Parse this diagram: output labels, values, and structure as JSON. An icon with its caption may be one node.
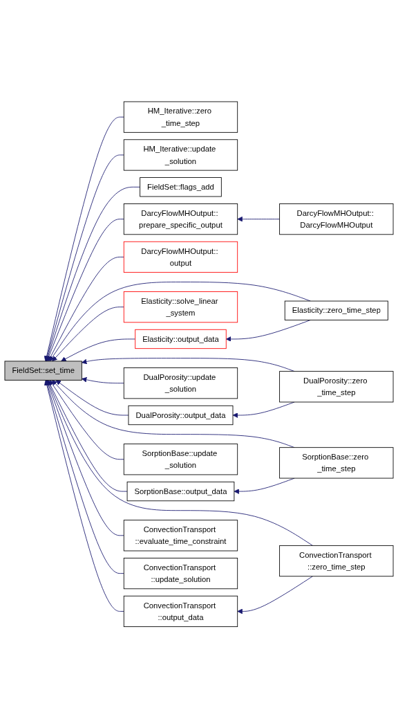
{
  "diagram": {
    "nodes": [
      {
        "text": [
          "FieldSet::set_time"
        ]
      },
      {
        "text": [
          "HM_Iterative::zero _time_step"
        ]
      },
      {
        "text": [
          "HM_Iterative::update _solution"
        ]
      },
      {
        "text": [
          "FieldSet::flags_add"
        ]
      },
      {
        "text": [
          "DarcyFlowMHOutput:: prepare_specific_output"
        ]
      },
      {
        "text": [
          "DarcyFlowMHOutput:: DarcyFlowMHOutput"
        ]
      },
      {
        "text": [
          "DarcyFlowMHOutput:: output"
        ]
      },
      {
        "text": [
          "Elasticity::solve_linear _system"
        ]
      },
      {
        "text": [
          "Elasticity::output_data"
        ]
      },
      {
        "text": [
          "Elasticity::zero_time_step"
        ]
      },
      {
        "text": [
          "DualPorosity::update _solution"
        ]
      },
      {
        "text": [
          "DualPorosity::output_data"
        ]
      },
      {
        "text": [
          "DualPorosity::zero _time_step"
        ]
      },
      {
        "text": [
          "SorptionBase::update _solution"
        ]
      },
      {
        "text": [
          "SorptionBase::output_data"
        ]
      },
      {
        "text": [
          "SorptionBase::zero _time_step"
        ]
      },
      {
        "text": [
          "ConvectionTransport ::evaluate_time_constraint"
        ]
      },
      {
        "text": [
          "ConvectionTransport ::update_solution"
        ]
      },
      {
        "text": [
          "ConvectionTransport ::output_data"
        ]
      },
      {
        "text": [
          "ConvectionTransport ::zero_time_step"
        ]
      }
    ],
    "edges": [
      {
        "from": 1,
        "to": 0,
        "arrow": "to"
      },
      {
        "from": 2,
        "to": 0,
        "arrow": "to"
      },
      {
        "from": 3,
        "to": 0,
        "arrow": "to"
      },
      {
        "from": 4,
        "to": 0,
        "arrow": "to"
      },
      {
        "from": 5,
        "to": 4,
        "arrow": "to"
      },
      {
        "from": 6,
        "to": 0,
        "arrow": "to"
      },
      {
        "from": 9,
        "to": 0,
        "arrow": "to"
      },
      {
        "from": 7,
        "to": 0,
        "arrow": "to"
      },
      {
        "from": 8,
        "to": 0,
        "arrow": "to"
      },
      {
        "from": 9,
        "to": 8,
        "arrow": "to"
      },
      {
        "from": 12,
        "to": 0,
        "arrow": "to"
      },
      {
        "from": 10,
        "to": 0,
        "arrow": "to"
      },
      {
        "from": 11,
        "to": 0,
        "arrow": "to"
      },
      {
        "from": 12,
        "to": 11,
        "arrow": "to"
      },
      {
        "from": 15,
        "to": 0,
        "arrow": "to"
      },
      {
        "from": 13,
        "to": 0,
        "arrow": "to"
      },
      {
        "from": 14,
        "to": 0,
        "arrow": "to"
      },
      {
        "from": 15,
        "to": 14,
        "arrow": "to"
      },
      {
        "from": 19,
        "to": 0,
        "arrow": "to"
      },
      {
        "from": 16,
        "to": 0,
        "arrow": "to"
      },
      {
        "from": 17,
        "to": 0,
        "arrow": "to"
      },
      {
        "from": 18,
        "to": 0,
        "arrow": "to"
      },
      {
        "from": 19,
        "to": 18,
        "arrow": "to"
      }
    ]
  }
}
